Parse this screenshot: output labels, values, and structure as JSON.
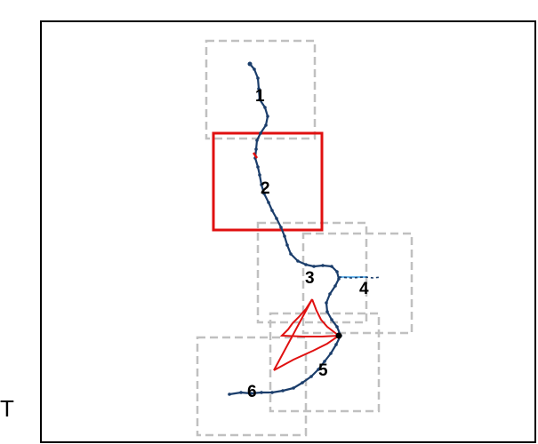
{
  "side_letter": "T",
  "regions": [
    {
      "label": "1",
      "highlight": false
    },
    {
      "label": "2",
      "highlight": true
    },
    {
      "label": "3",
      "highlight": false
    },
    {
      "label": "4",
      "highlight": false
    },
    {
      "label": "5",
      "highlight": false
    },
    {
      "label": "6",
      "highlight": false
    }
  ],
  "colors": {
    "path": "#1a3d6b",
    "highlight_box": "#e01010",
    "dashed_box": "#c0c0c0",
    "red_path": "#e01010",
    "blue_link": "#6ab4e8"
  }
}
